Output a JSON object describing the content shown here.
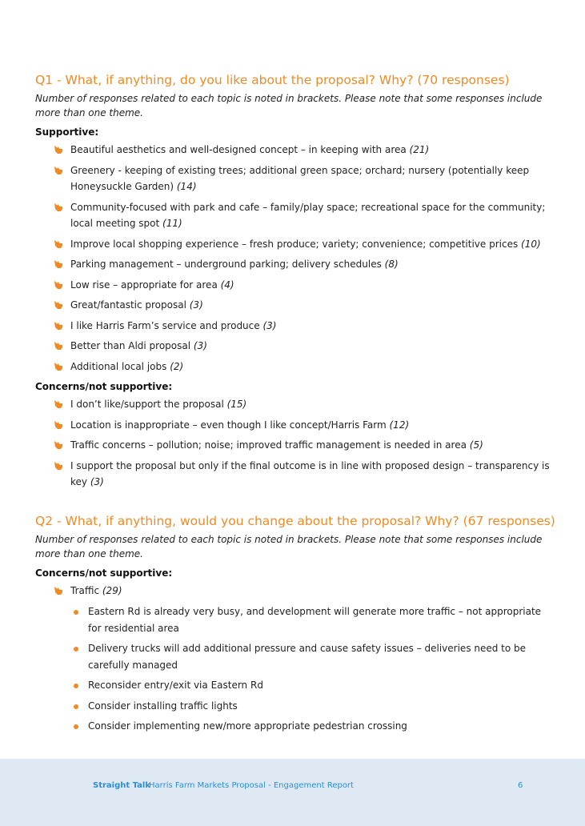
{
  "q1": {
    "title": "Q1 - What, if anything, do you like about the proposal? Why? (70 responses)",
    "note": "Number of responses related to each topic is noted in brackets. Please note that some responses include more than one theme.",
    "supportive_label": "Supportive:",
    "supportive": [
      {
        "text": "Beautiful aesthetics and well-designed concept – in keeping with area ",
        "count": "(21)"
      },
      {
        "text": "Greenery - keeping of existing trees; additional green space; orchard; nursery (potentially keep Honeysuckle Garden) ",
        "count": "(14)"
      },
      {
        "text": "Community-focused with park and cafe – family/play space; recreational space for the community; local meeting spot ",
        "count": "(11)"
      },
      {
        "text": "Improve local shopping experience – fresh produce; variety; convenience; competitive prices ",
        "count": "(10)"
      },
      {
        "text": "Parking management – underground parking; delivery schedules ",
        "count": "(8)"
      },
      {
        "text": "Low rise – appropriate for area ",
        "count": "(4)"
      },
      {
        "text": "Great/fantastic proposal ",
        "count": "(3)"
      },
      {
        "text": "I like Harris Farm’s service and produce ",
        "count": "(3)"
      },
      {
        "text": "Better than Aldi proposal ",
        "count": "(3)"
      },
      {
        "text": "Additional local jobs ",
        "count": "(2)"
      }
    ],
    "concerns_label": "Concerns/not supportive:",
    "concerns": [
      {
        "text": "I don’t like/support the proposal ",
        "count": "(15)"
      },
      {
        "text": "Location is inappropriate –  even though I like concept/Harris Farm ",
        "count": "(12)"
      },
      {
        "text": "Traffic concerns – pollution; noise; improved traffic management is needed in area ",
        "count": "(5)"
      },
      {
        "text": "I support the proposal but only if the final outcome is in line with proposed design – transparency is key ",
        "count": "(3)"
      }
    ]
  },
  "q2": {
    "title": "Q2 - What, if anything, would you change about the proposal? Why? (67 responses)",
    "note": "Number of responses related to each topic is noted in brackets. Please note that some responses include more than one theme.",
    "concerns_label": "Concerns/not supportive:",
    "traffic": {
      "text": "Traffic ",
      "count": "(29)"
    },
    "traffic_sub": [
      "Eastern Rd is already very busy, and development will generate more traffic – not appropriate for residential area",
      "Delivery trucks will add additional pressure and cause safety issues – deliveries need to be carefully managed",
      "Reconsider entry/exit via Eastern Rd",
      "Consider installing traffic lights",
      "Consider implementing new/more appropriate pedestrian crossing"
    ]
  },
  "footer": {
    "brand": "Straight Talk",
    "doc_title": "Harris Farm Markets Proposal - Engagement Report",
    "page": "6"
  },
  "colors": {
    "accent": "#f08a24",
    "footer_bg": "#dfe9f4",
    "footer_text": "#2b8fd6"
  },
  "icons": {
    "bullet": "hand-pointing-icon"
  }
}
